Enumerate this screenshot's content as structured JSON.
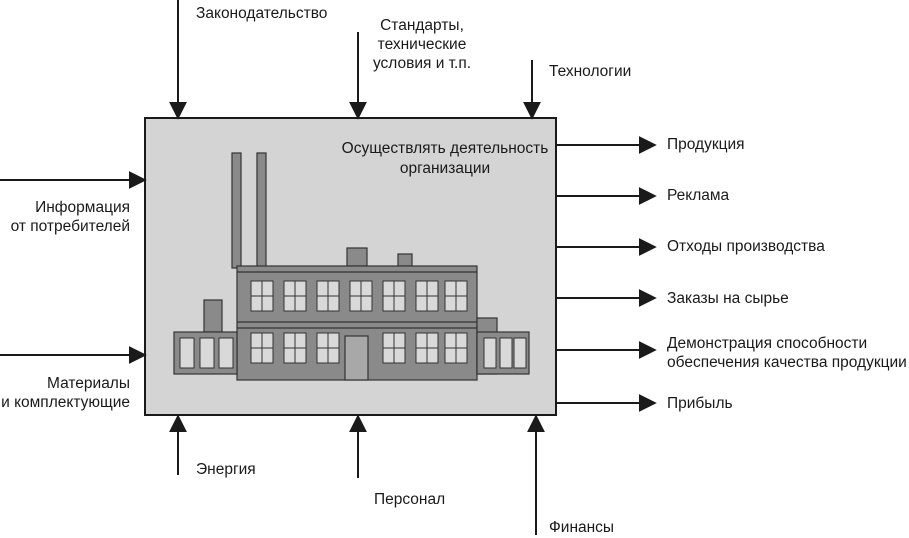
{
  "process": {
    "title_line1": "Осуществлять деятельность",
    "title_line2": "организации"
  },
  "controls": {
    "legislation": "Законодательство",
    "standards_line1": "Стандарты,",
    "standards_line2": "технические",
    "standards_line3": "условия и т.п.",
    "technologies": "Технологии"
  },
  "inputs": {
    "info_line1": "Информация",
    "info_line2": "от потребителей",
    "materials_line1": "Материалы",
    "materials_line2": "и комплектующие"
  },
  "mechanisms": {
    "energy": "Энергия",
    "personnel": "Персонал",
    "finance": "Финансы"
  },
  "outputs": {
    "products": "Продукция",
    "advertising": "Реклама",
    "waste": "Отходы производства",
    "orders": "Заказы на сырье",
    "demo_line1": "Демонстрация способности",
    "demo_line2": "обеспечения качества продукции",
    "profit": "Прибыль"
  },
  "colors": {
    "box_fill": "#d4d4d4",
    "line": "#1a1a1a",
    "building": "#8a8a8a",
    "window": "#d9d9d9"
  }
}
